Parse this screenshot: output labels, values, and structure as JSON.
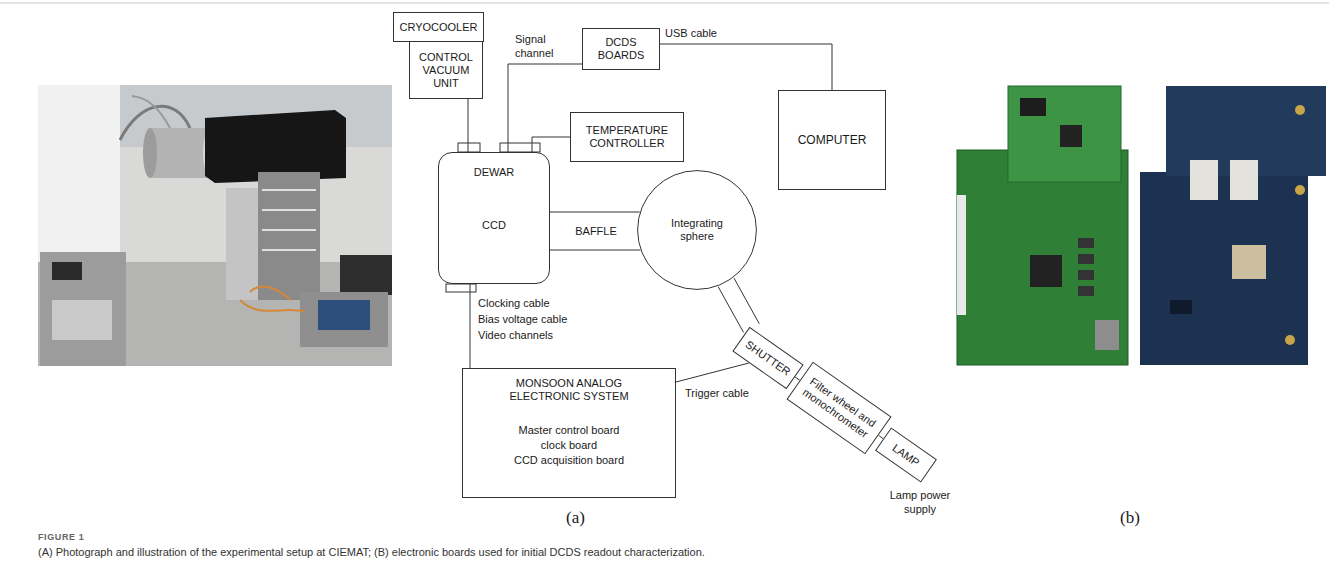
{
  "diagram": {
    "caption": "(A) Photograph and illustration of the experimental setup at CIEMAT; (B) electronic boards used for initial DCDS readout characterization.",
    "nodes": [
      {
        "text": [
          "CRYOCOOLER"
        ]
      },
      {
        "text": [
          "CONTROL VACUUM UNIT"
        ]
      },
      {
        "text": [
          "DCDS BOARDS"
        ]
      },
      {
        "text": [
          "COMPUTER"
        ]
      },
      {
        "text": [
          "TEMPERATURE CONTROLLER"
        ]
      },
      {
        "text": [
          "DEWAR",
          "CCD"
        ]
      },
      {
        "text": [
          "Integrating sphere"
        ]
      },
      {
        "text": [
          "SHUTTER"
        ]
      },
      {
        "text": [
          "Filter wheel and monochrometer"
        ]
      },
      {
        "text": [
          "LAMP"
        ]
      },
      {
        "text": [
          "MONSOON ANALOG ELECTRONIC SYSTEM",
          "Master control board",
          "clock board",
          "CCD acquisition board"
        ]
      }
    ],
    "edges": [
      {
        "from": 1,
        "to": 5,
        "arrow": "none"
      },
      {
        "from": 2,
        "to": 5,
        "label": "Signal channel",
        "arrow": "none"
      },
      {
        "from": 4,
        "to": 5,
        "arrow": "none"
      },
      {
        "from": 2,
        "to": 3,
        "label": "USB cable",
        "arrow": "none"
      },
      {
        "from": 5,
        "to": 6,
        "label": "BAFFLE",
        "arrow": "none"
      },
      {
        "from": 6,
        "to": 7,
        "arrow": "none"
      },
      {
        "from": 7,
        "to": 8,
        "arrow": "none"
      },
      {
        "from": 8,
        "to": 9,
        "arrow": "none"
      },
      {
        "from": 5,
        "to": 10,
        "arrow": "none"
      },
      {
        "from": 10,
        "to": 7,
        "label": "Trigger cable",
        "arrow": "none"
      }
    ],
    "labels": [
      "Clocking cable",
      "Bias voltage cable",
      "Video channels",
      "Lamp power supply",
      "(a)",
      "(b)",
      "FIGURE 1"
    ]
  }
}
